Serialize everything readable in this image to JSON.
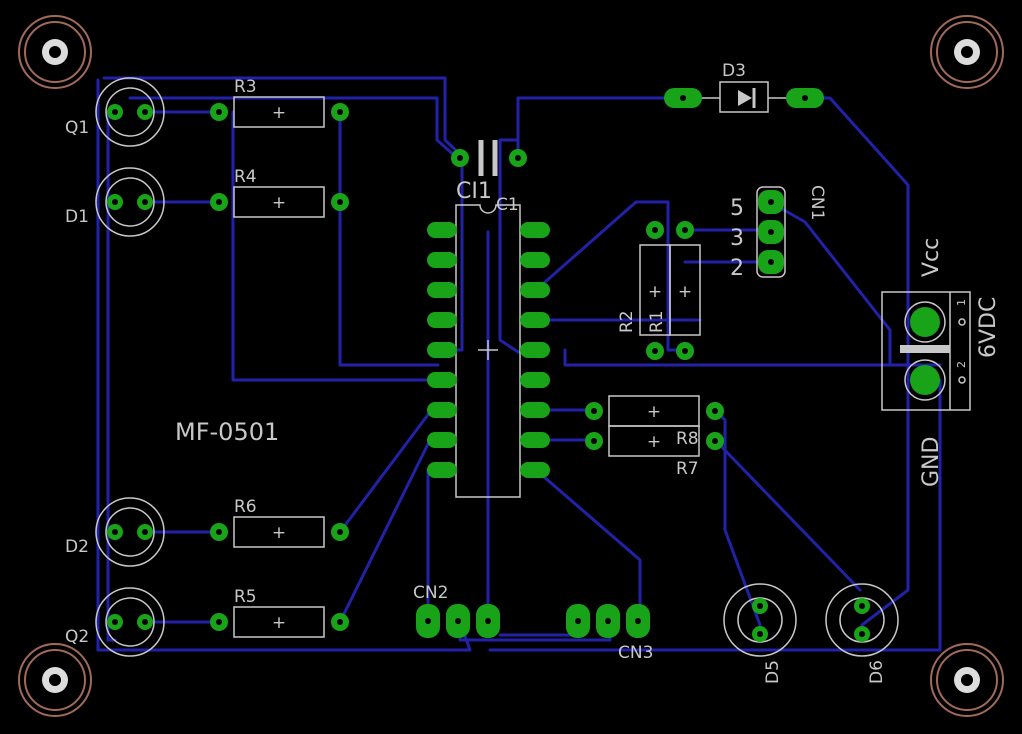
{
  "board": {
    "title": "MF-0501",
    "colors": {
      "trace": "#2222a8",
      "pad": "#19a319",
      "silk": "#c8c8c8",
      "background": "#000000",
      "mount": "#a06a5a"
    }
  },
  "components": {
    "q1": "Q1",
    "d1": "D1",
    "d2": "D2",
    "q2": "Q2",
    "r3": "R3",
    "r4": "R4",
    "r6": "R6",
    "r5": "R5",
    "r2": "R2",
    "r1": "R1",
    "r8": "R8",
    "r7": "R7",
    "ci1": "CI1",
    "c1": "C1",
    "d3": "D3",
    "cn1": "CN1",
    "cn2": "CN2",
    "cn3": "CN3",
    "d5": "D5",
    "d6": "D6"
  },
  "connector_cn1": {
    "pin5": "5",
    "pin3": "3",
    "pin2": "2"
  },
  "power": {
    "vcc": "Vcc",
    "supply": "6VDC",
    "gnd": "GND",
    "pin1": "1",
    "pin2": "2"
  },
  "resistor_mark": "+"
}
